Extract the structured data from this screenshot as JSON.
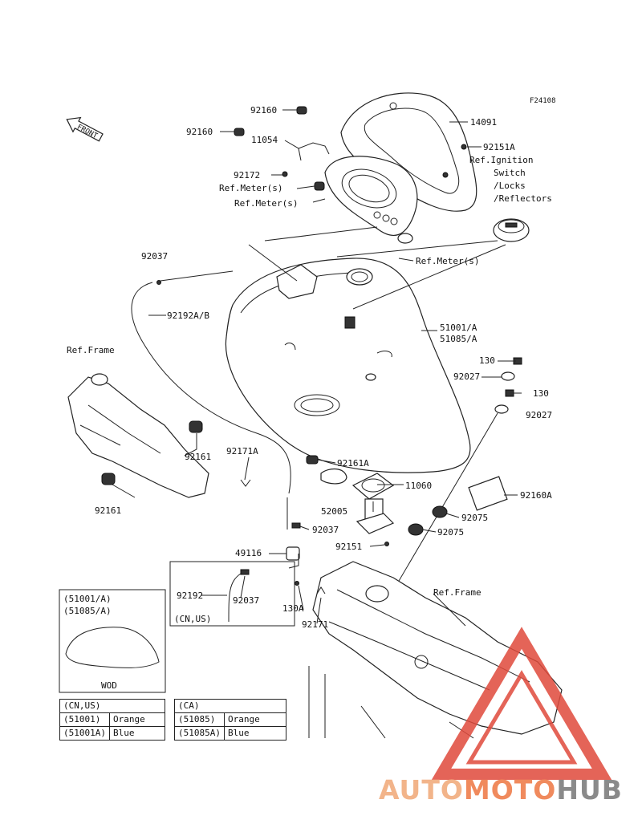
{
  "figure_id": "F24108",
  "front_label": "FRONT",
  "labels": {
    "p92160a": "92160",
    "p92160b": "92160",
    "p11054": "11054",
    "p92172": "92172",
    "refMeter1": "Ref.Meter(s)",
    "refMeter2": "Ref.Meter(s)",
    "refMeter3": "Ref.Meter(s)",
    "p14091": "14091",
    "p92151A": "92151A",
    "refIgn1": "Ref.Ignition",
    "refIgn2": "Switch",
    "refIgn3": "/Locks",
    "refIgn4": "/Reflectors",
    "p92037a": "92037",
    "p92192AB": "92192A/B",
    "p51001A": "51001/A",
    "p51085A": "51085/A",
    "p130a": "130",
    "p92027a": "92027",
    "p130b": "130",
    "p92027b": "92027",
    "refFrame1": "Ref.Frame",
    "p92161a": "92161",
    "p92161b": "92161",
    "p92171A": "92171A",
    "p92161A": "92161A",
    "p11060": "11060",
    "p92160A": "92160A",
    "p52005": "52005",
    "p92075a": "92075",
    "p92075b": "92075",
    "p92037b": "92037",
    "p92151": "92151",
    "p49116": "49116",
    "p92192": "92192",
    "p92037c": "92037",
    "cnus": "(CN,US)",
    "p130A": "130A",
    "p92171": "92171",
    "refFrame2": "Ref.Frame"
  },
  "inset": {
    "line1": "(51001/A)",
    "line2": "(51085/A)",
    "caption": "WOD"
  },
  "table_left": {
    "header": "(CN,US)",
    "rows": [
      [
        "(51001)",
        "Orange"
      ],
      [
        "(51001A)",
        "Blue"
      ]
    ]
  },
  "table_right": {
    "header": "(CA)",
    "rows": [
      [
        "(51085)",
        "Orange"
      ],
      [
        "(51085A)",
        "Blue"
      ]
    ]
  },
  "watermark": {
    "part1": "AUTO",
    "part2": "MOTO",
    "part3": "HUB",
    "color1": "#f2b48a",
    "color2": "#f08a5d",
    "color3": "#8a8a8a",
    "triangle_color": "#e04a3c"
  }
}
